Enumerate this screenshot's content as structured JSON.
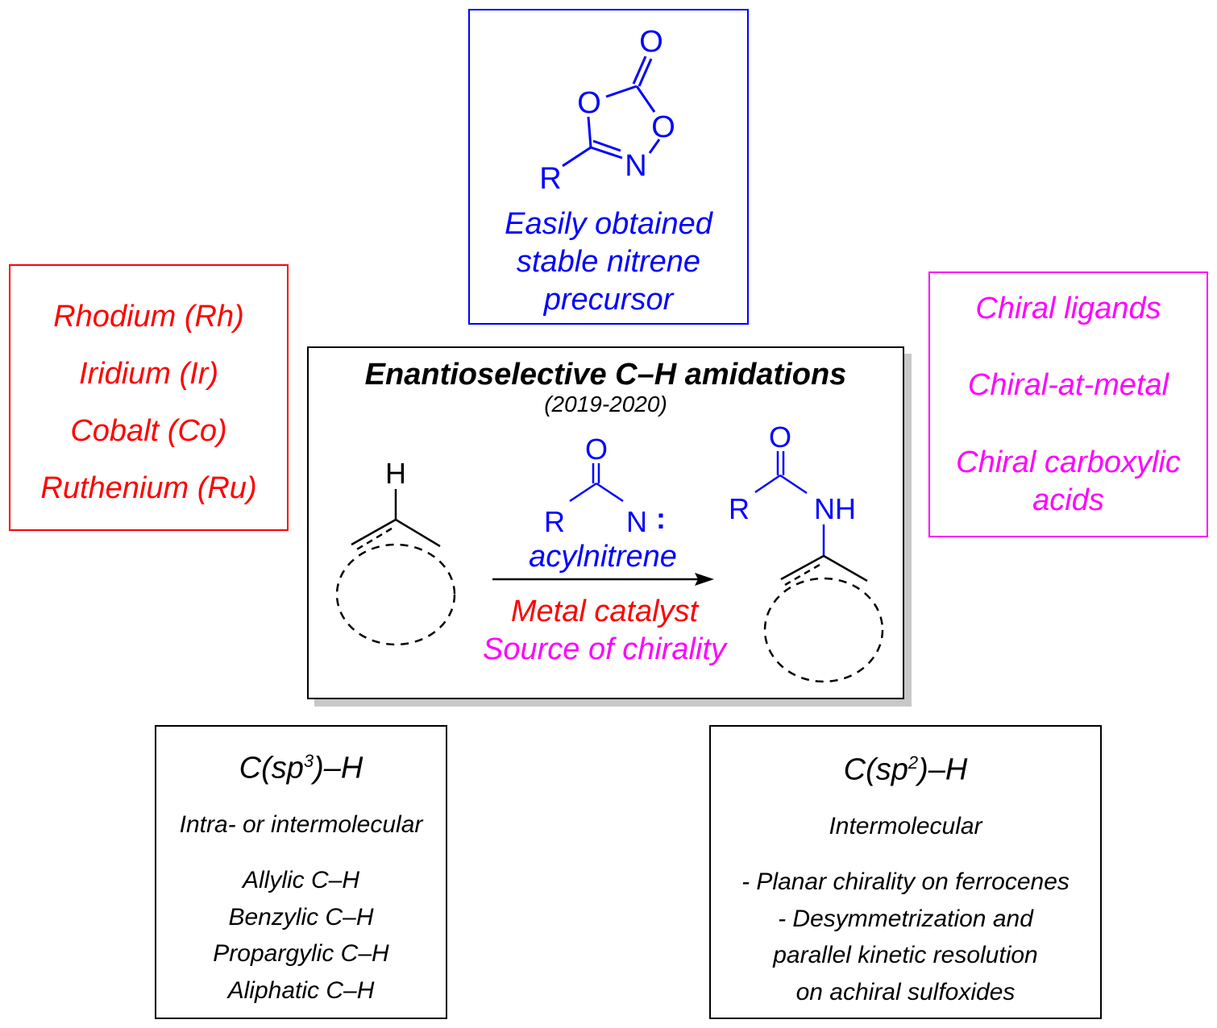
{
  "precursor": {
    "atoms": {
      "carbonyl_o": "O",
      "ring_o1": "O",
      "ring_o2": "O",
      "ring_n": "N",
      "r": "R"
    },
    "lines": [
      "Easily obtained",
      "stable nitrene",
      "precursor"
    ]
  },
  "metals": [
    "Rhodium (Rh)",
    "Iridium (Ir)",
    "Cobalt (Co)",
    "Ruthenium (Ru)"
  ],
  "chirality_sources": [
    "Chiral ligands",
    "Chiral-at-metal",
    "Chiral carboxylic",
    "acids"
  ],
  "scheme": {
    "title": "Enantioselective C–H amidations",
    "years": "(2019-2020)",
    "substrate_h": "H",
    "nitrene": {
      "o": "O",
      "r": "R",
      "n": "N",
      "colon": ":"
    },
    "nitrene_label": "acylnitrene",
    "catalyst_label": "Metal catalyst",
    "chirality_label": "Source of chirality",
    "product": {
      "o": "O",
      "r": "R",
      "nh": "NH"
    },
    "colors": {
      "blue": "#0000ff",
      "red": "#ff0000",
      "magenta": "#ff00ff"
    }
  },
  "sp3": {
    "title_pre": "C(sp",
    "title_sup": "3",
    "title_post": ")–H",
    "subtitle": "Intra- or intermolecular",
    "items": [
      "Allylic C–H",
      "Benzylic C–H",
      "Propargylic C–H",
      "Aliphatic C–H"
    ]
  },
  "sp2": {
    "title_pre": "C(sp",
    "title_sup": "2",
    "title_post": ")–H",
    "subtitle": "Intermolecular",
    "items": [
      "- Planar chirality on ferrocenes",
      "- Desymmetrization and",
      "parallel kinetic resolution",
      "on achiral sulfoxides"
    ]
  }
}
